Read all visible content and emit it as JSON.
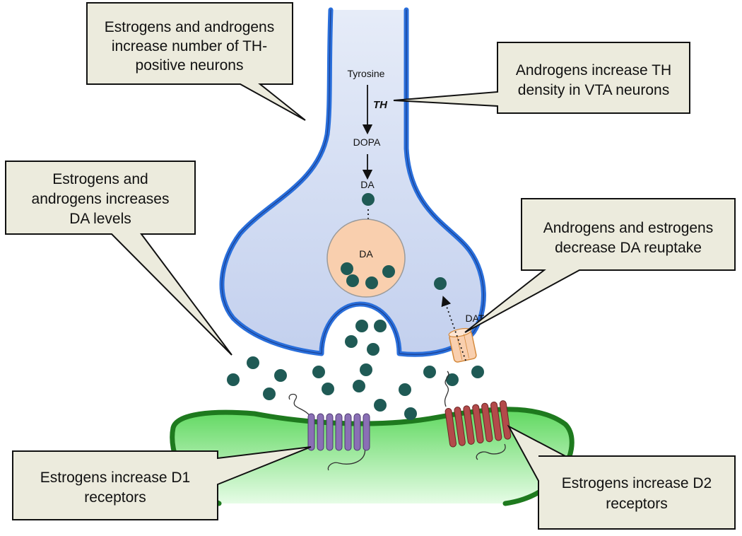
{
  "callouts": {
    "th_neurons": [
      "Estrogens and androgens",
      "increase number of TH-",
      "positive neurons"
    ],
    "th_density": [
      "Androgens increase TH",
      "density in VTA neurons"
    ],
    "da_levels": [
      "Estrogens and",
      "androgens increases",
      "DA levels"
    ],
    "da_reuptake": [
      "Androgens and estrogens",
      "decrease DA reuptake"
    ],
    "d1": [
      "Estrogens increase D1",
      "receptors"
    ],
    "d2": [
      "Estrogens increase D2",
      "receptors"
    ]
  },
  "labels": {
    "tyrosine": "Tyrosine",
    "th": "TH",
    "dopa": "DOPA",
    "da": "DA",
    "vesicle_da": "DA",
    "dat": "DAT"
  },
  "colors": {
    "neuron_fill": "#d4def2",
    "neuron_outline": "#2a6fdb",
    "postsynaptic_fill": "#6ee86e",
    "postsynaptic_outline": "#1e7a1e",
    "vesicle_fill": "#f9cfae",
    "dopamine": "#1f5a55",
    "d1_receptor": "#8a6fb5",
    "d2_receptor": "#b34a4a",
    "callout_fill": "#ecebdd"
  }
}
